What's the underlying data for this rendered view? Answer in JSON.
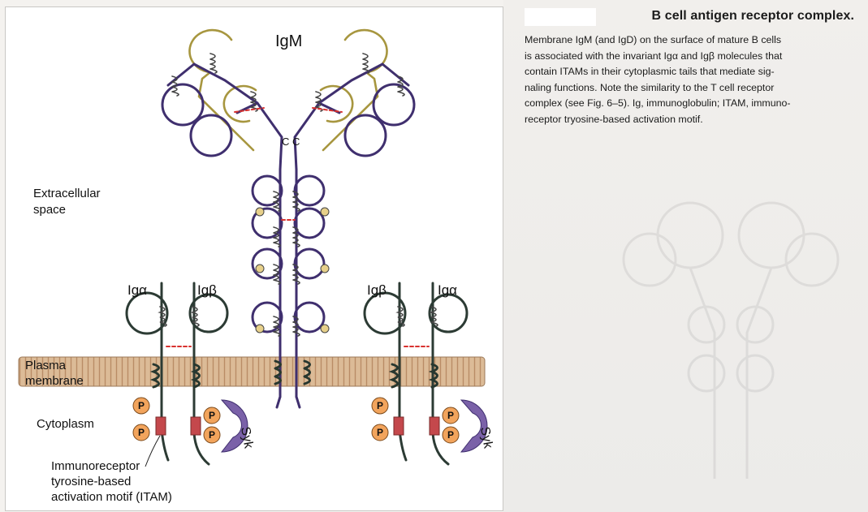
{
  "caption": {
    "title": "B cell antigen receptor complex.",
    "lines": [
      "Membrane IgM (and IgD) on the surface of mature B cells",
      "is associated with the invariant Igα and Igβ molecules that",
      "contain ITAMs in their cytoplasmic tails that mediate sig-",
      "naling functions. Note the similarity to the T cell receptor",
      "complex (see Fig. 6–5). Ig, immunoglobulin; ITAM, immuno-",
      "receptor tryosine-based activation motif."
    ]
  },
  "diagram": {
    "igm_label": "IgM",
    "cc_label": "C C",
    "extracellular_line1": "Extracellular",
    "extracellular_line2": "space",
    "plasma_line1": "Plasma",
    "plasma_line2": "membrane",
    "cytoplasm_label": "Cytoplasm",
    "itam_line1": "Immunoreceptor",
    "itam_line2": "tyrosine-based",
    "itam_line3": "activation motif (ITAM)",
    "ig_alpha_left": "Igα",
    "ig_beta_left": "Igβ",
    "ig_beta_right": "Igβ",
    "ig_alpha_right": "Igα",
    "syk_label": "Syk",
    "phospho_label": "P"
  },
  "colors": {
    "chain_purple": "#3f2f6e",
    "light_chain_olive": "#a7963f",
    "membrane_tan": "#d9b792",
    "itam_red": "#c4484c",
    "phospho_orange": "#f2a45c",
    "syk_purple": "#7a61a8",
    "disulfide_red": "#d8322f",
    "ig_dark": "#2c3b34"
  }
}
